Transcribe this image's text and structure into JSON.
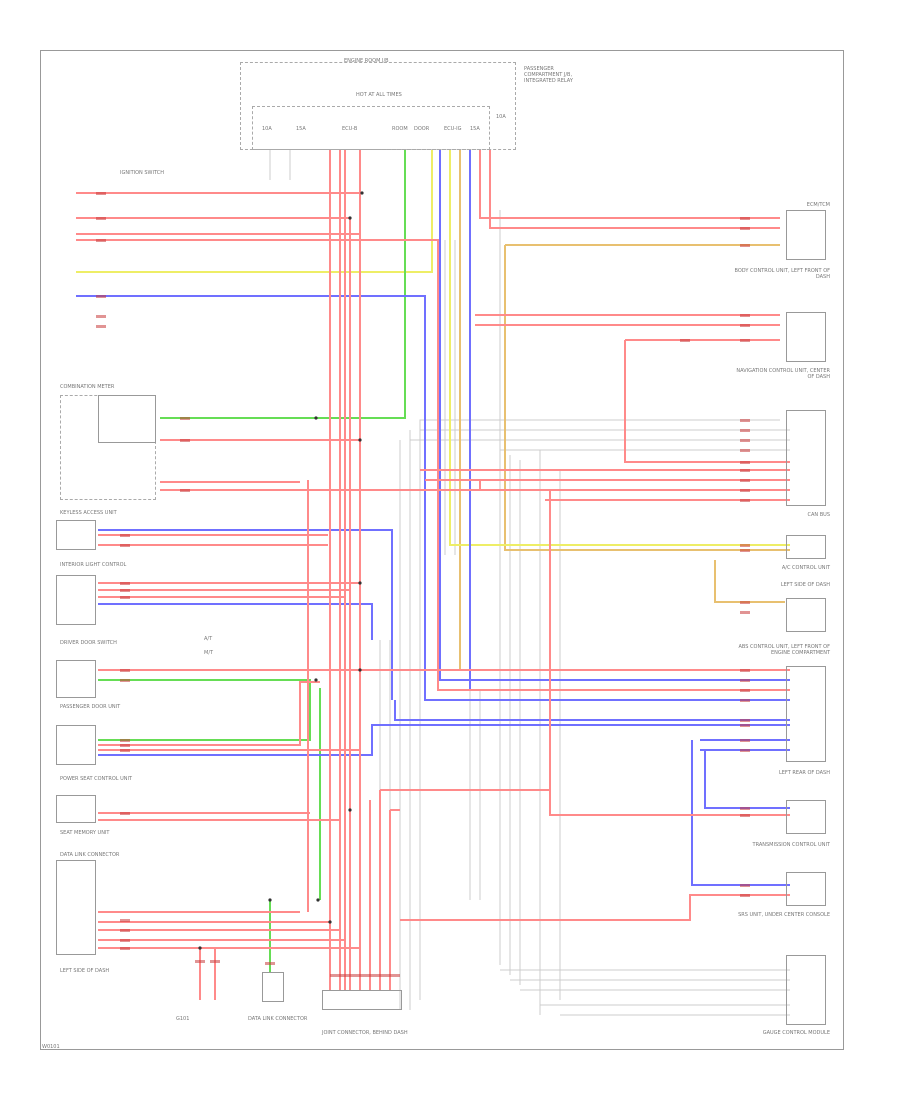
{
  "page_code": "W0101",
  "top_fuse_box": {
    "title": "ENGINE ROOM J/B",
    "note": "HOT AT ALL TIMES",
    "right_note": "PASSENGER COMPARTMENT J/B, INTEGRATED RELAY",
    "terminals": [
      "10A",
      "15A",
      "ECU-B",
      "ROOM",
      "DOOR",
      "ECU-IG",
      "15A",
      "10A"
    ]
  },
  "right_labels": [
    "ECM/TCM",
    "BODY CONTROL UNIT, LEFT FRONT OF DASH",
    "NAVIGATION CONTROL UNIT, CENTER OF DASH",
    "CAN BUS",
    "A/C CONTROL UNIT",
    "LEFT SIDE OF DASH",
    "ABS CONTROL UNIT, LEFT FRONT OF ENGINE COMPARTMENT",
    "LEFT REAR OF DASH",
    "TRANSMISSION CONTROL UNIT",
    "SRS UNIT, UNDER CENTER CONSOLE",
    "GAUGE CONTROL MODULE"
  ],
  "left_labels": [
    "IGNITION SWITCH",
    "COMBINATION METER",
    "KEYLESS ACCESS UNIT",
    "INTERIOR LIGHT CONTROL",
    "DRIVER DOOR SWITCH",
    "PASSENGER DOOR UNIT",
    "POWER SEAT CONTROL UNIT",
    "SEAT MEMORY UNIT",
    "DATA LINK CONNECTOR",
    "LEFT SIDE OF DASH"
  ],
  "bottom_labels": {
    "ground_left": "G101",
    "ground_mid": "DATA LINK CONNECTOR",
    "connector": "JOINT CONNECTOR, BEHIND DASH",
    "note_a": "A/T",
    "note_b": "M/T"
  },
  "colors": {
    "red": "#ff8a8a",
    "blue": "#7070ff",
    "green": "#66dd55",
    "yellow": "#eeee66",
    "orange": "#e8c070",
    "gray": "#cccccc",
    "frame": "#999999"
  }
}
